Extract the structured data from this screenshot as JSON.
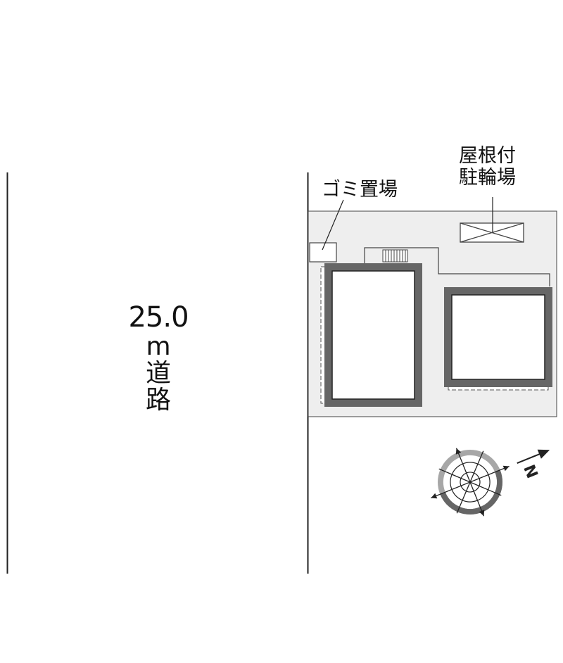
{
  "road": {
    "width": "25.0",
    "unit": "m",
    "name_line1": "道",
    "name_line2": "路"
  },
  "labels": {
    "trash": "ゴミ置場",
    "bike_line1": "屋根付",
    "bike_line2": "駐輪場"
  },
  "compass": {
    "north_letter": "N"
  },
  "colors": {
    "lot": "#eeeeee",
    "building_wall": "#666666",
    "line": "#333333",
    "compass_gray": "#a7a7a7"
  },
  "icons": [
    "compass-icon",
    "bike-parking-icon",
    "stairs-icon"
  ]
}
